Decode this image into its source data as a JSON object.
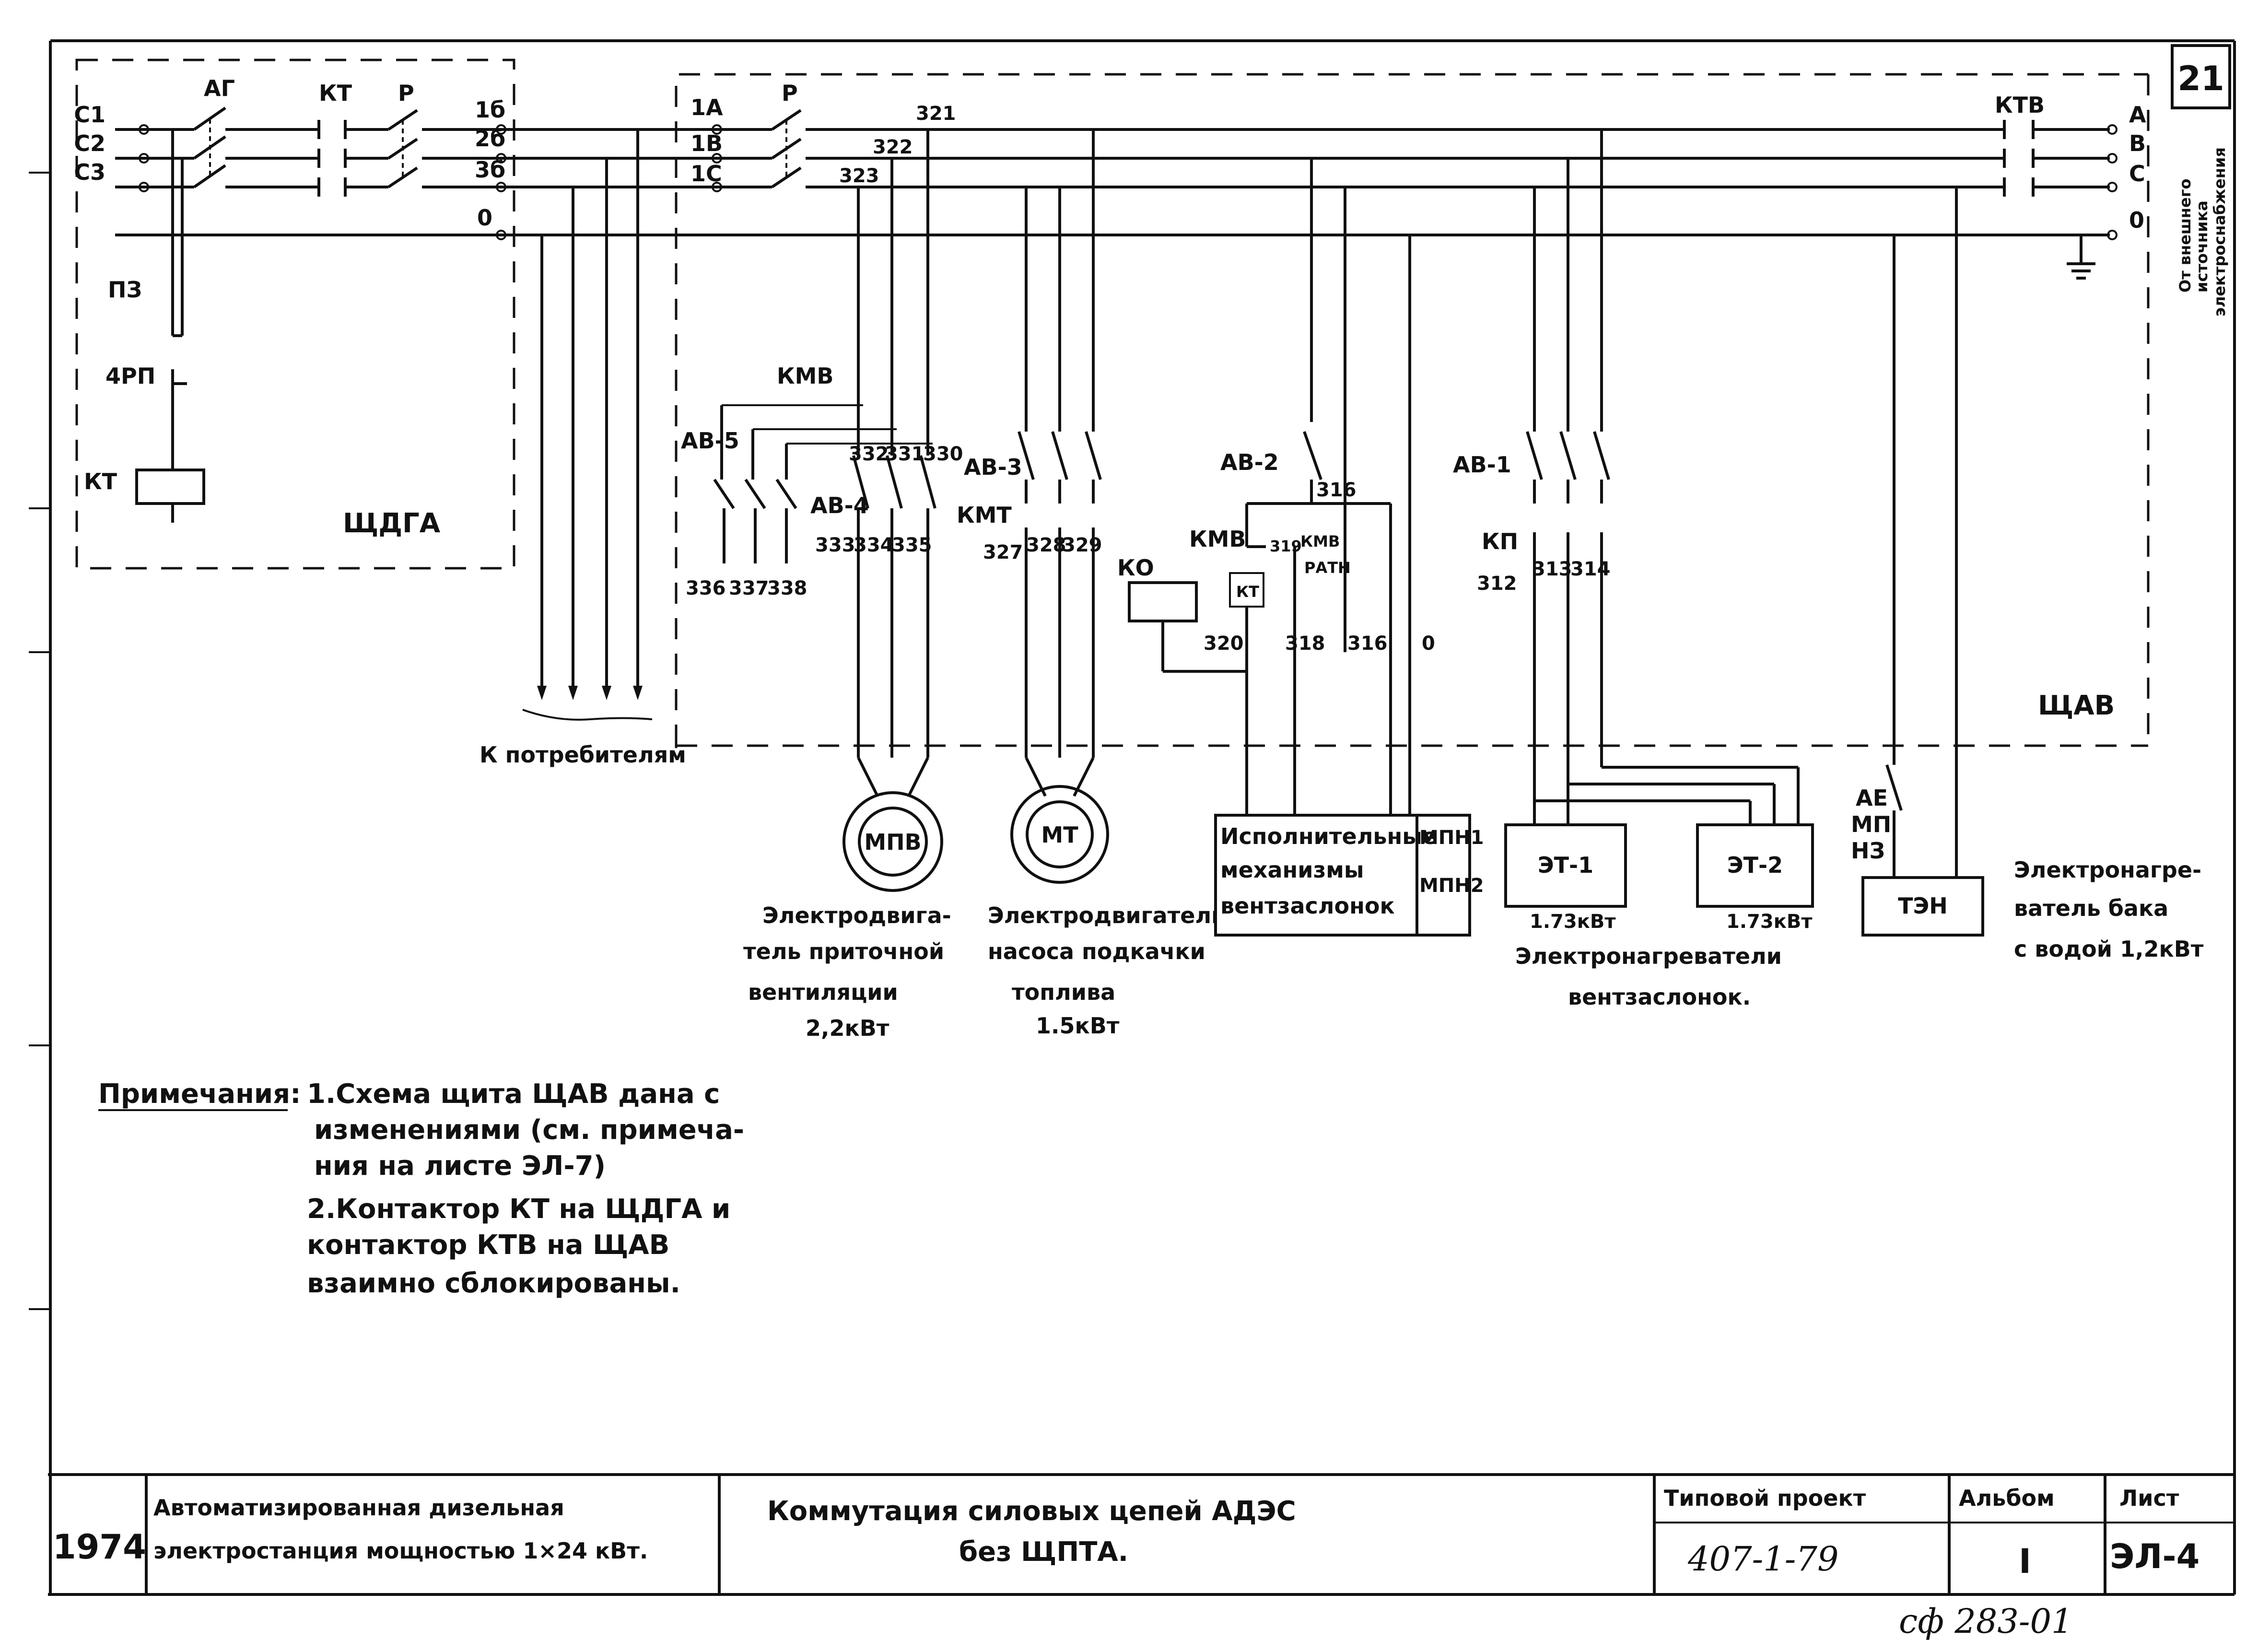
{
  "sheet_number": "21",
  "panels": {
    "shchaga": "ЩДГА",
    "shchav": "ЩАВ"
  },
  "devices": {
    "ag": "АГ",
    "kt": "КТ",
    "r": "Р",
    "ktv": "КТВ",
    "kmv": "КМВ",
    "kmv2": "КМВ",
    "kmt": "КМТ",
    "ko": "КО",
    "kp": "КП",
    "pz": "ПЗ",
    "rp4": "4РП",
    "kt_coil": "КТ",
    "av5": "АВ-5",
    "av4": "АВ-4",
    "av3": "АВ-3",
    "av2": "АВ-2",
    "av1": "АВ-1",
    "ae_mp_nz": [
      "АЕ",
      "МП",
      "НЗ"
    ],
    "kmv_ratn": [
      "КМВ",
      "РАТН"
    ]
  },
  "terminals": {
    "gen": [
      "С1",
      "С2",
      "С3"
    ],
    "left_out": [
      "1б",
      "2б",
      "3б",
      "0"
    ],
    "right_in": [
      "1А",
      "1В",
      "1С"
    ],
    "ext": [
      "А",
      "В",
      "С",
      "0"
    ],
    "w321": "321",
    "w322": "322",
    "w323": "323",
    "w332": "332",
    "w331": "331",
    "w330": "330",
    "w333": "333",
    "w334": "334",
    "w335": "335",
    "w336": "336",
    "w337": "337",
    "w338": "338",
    "w327": "327",
    "w328": "328",
    "w329": "329",
    "w312": "312",
    "w313": "313",
    "w314": "314",
    "w316": "316",
    "w318": "318",
    "w320": "320",
    "w319": "319",
    "w0": "0"
  },
  "loads": {
    "mpv": "МПВ",
    "mt": "МТ",
    "et1": "ЭТ-1",
    "et2": "ЭТ-2",
    "ten": "ТЭН",
    "mech_lines": [
      "Исполнительные",
      "механизмы",
      "вентзаслонок"
    ],
    "mpn1": "МПН1",
    "mpn2": "МПН2",
    "et1_power": "1.73кВт",
    "et2_power": "1.73кВт"
  },
  "captions": {
    "to_consumers": "К потребителям",
    "ext_source": [
      "От внешнего",
      "источника",
      "электроснабжения"
    ],
    "mpv_lines": [
      "Электродвига-",
      "тель приточной",
      "вентиляции",
      "2,2кВт"
    ],
    "mt_lines": [
      "Электродвигатель",
      "насоса подкачки",
      "топлива",
      "1.5кВт"
    ],
    "heaters_lines": [
      "Электронагреватели",
      "вентзаслонок."
    ],
    "tank_lines": [
      "Электронагре-",
      "ватель бака",
      "с водой 1,2кВт"
    ]
  },
  "notes": {
    "heading": "Примечания:",
    "lines": [
      "1.Схема щита ЩАВ дана с",
      "изменениями (см. примеча-",
      "ния на листе ЭЛ-7)",
      "2.Контактор КТ на ЩДГА и",
      "контактор КТВ на ЩАВ",
      "взаимно сблокированы."
    ]
  },
  "title_block": {
    "year": "1974",
    "project_name": [
      "Автоматизированная дизельная",
      "электростанция мощностью 1×24 кВт."
    ],
    "drawing_title": [
      "Коммутация силовых цепей АДЭС",
      "без ЩПТА."
    ],
    "type_label": "Типовой проект",
    "type_value": "407-1-79",
    "album_label": "Альбом",
    "album_value": "I",
    "sheet_label": "Лист",
    "sheet_value": "ЭЛ-4"
  },
  "stamp": "сф 283-01"
}
